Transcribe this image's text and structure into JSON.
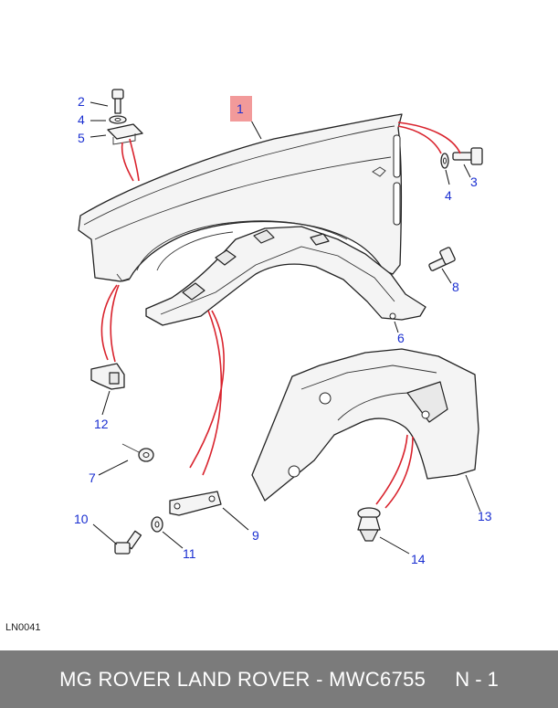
{
  "diagram": {
    "highlighted_part": "1",
    "callouts": [
      "1",
      "2",
      "4",
      "5",
      "4",
      "3",
      "8",
      "6",
      "12",
      "7",
      "10",
      "11",
      "9",
      "13",
      "14"
    ],
    "reference_code": "LN0041",
    "highlight_color": "#f29a9a",
    "callout_color": "#1a2fd1",
    "leader_red": "#d9232d"
  },
  "footer": {
    "title": "MG ROVER LAND ROVER - MWC6755",
    "page": "N - 1",
    "background": "#7b7b7b"
  }
}
